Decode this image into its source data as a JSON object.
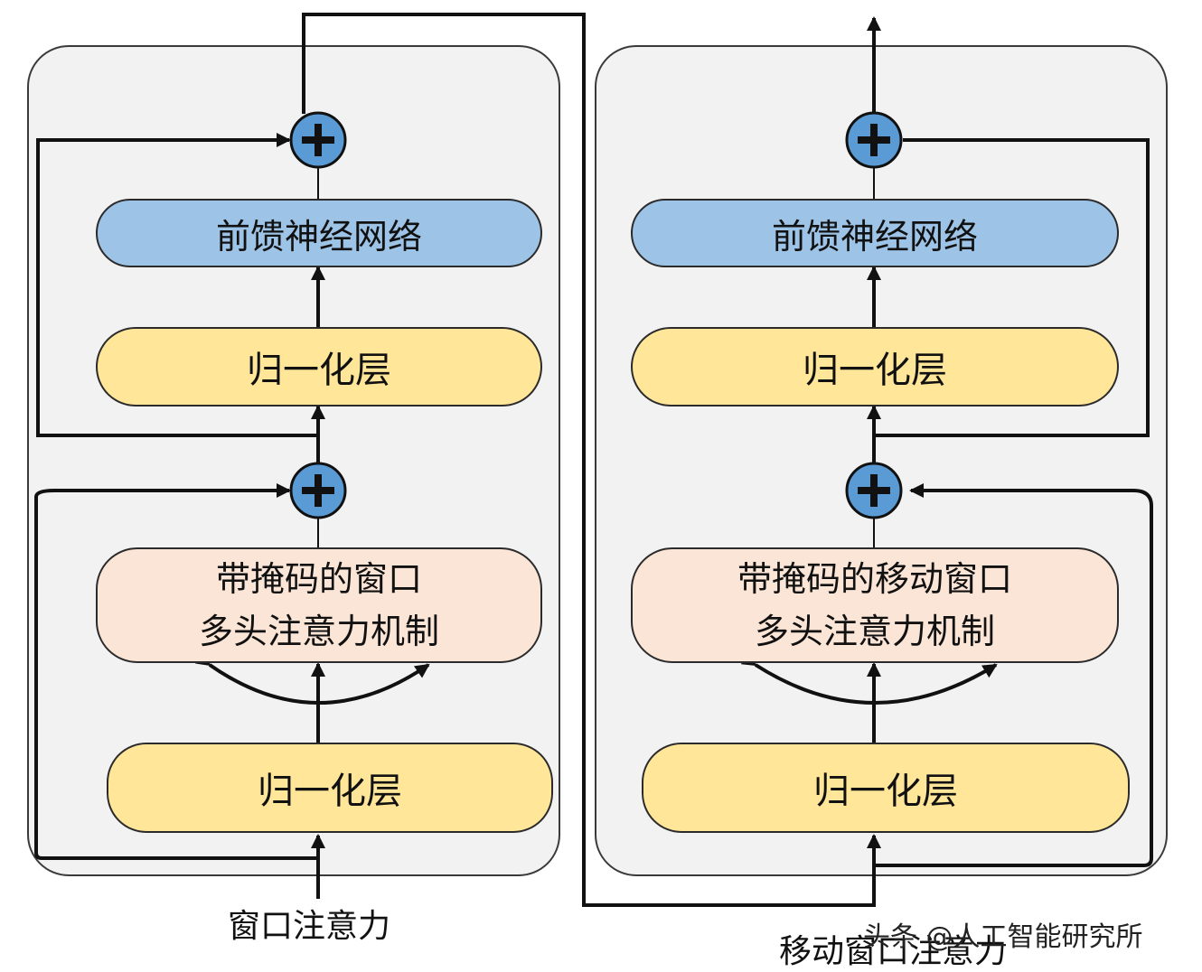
{
  "left_block": {
    "ffn_label": "前馈神经网络",
    "norm_top_label": "归一化层",
    "attention_line1": "带掩码的窗口",
    "attention_line2": "多头注意力机制",
    "norm_bottom_label": "归一化层",
    "caption": "窗口注意力"
  },
  "right_block": {
    "ffn_label": "前馈神经网络",
    "norm_top_label": "归一化层",
    "attention_line1": "带掩码的移动窗口",
    "attention_line2": "多头注意力机制",
    "norm_bottom_label": "归一化层",
    "caption": "移动窗口注意力"
  },
  "watermark": "头条 @人工智能研究所",
  "colors": {
    "ffn_fill": "#9dc3e6",
    "norm_fill": "#ffe699",
    "attention_fill": "#fbe5d6",
    "add_node_fill": "#5b9bd5",
    "panel_fill": "#f2f2f2"
  },
  "icons": {
    "add_node": "plus-circle-icon"
  }
}
